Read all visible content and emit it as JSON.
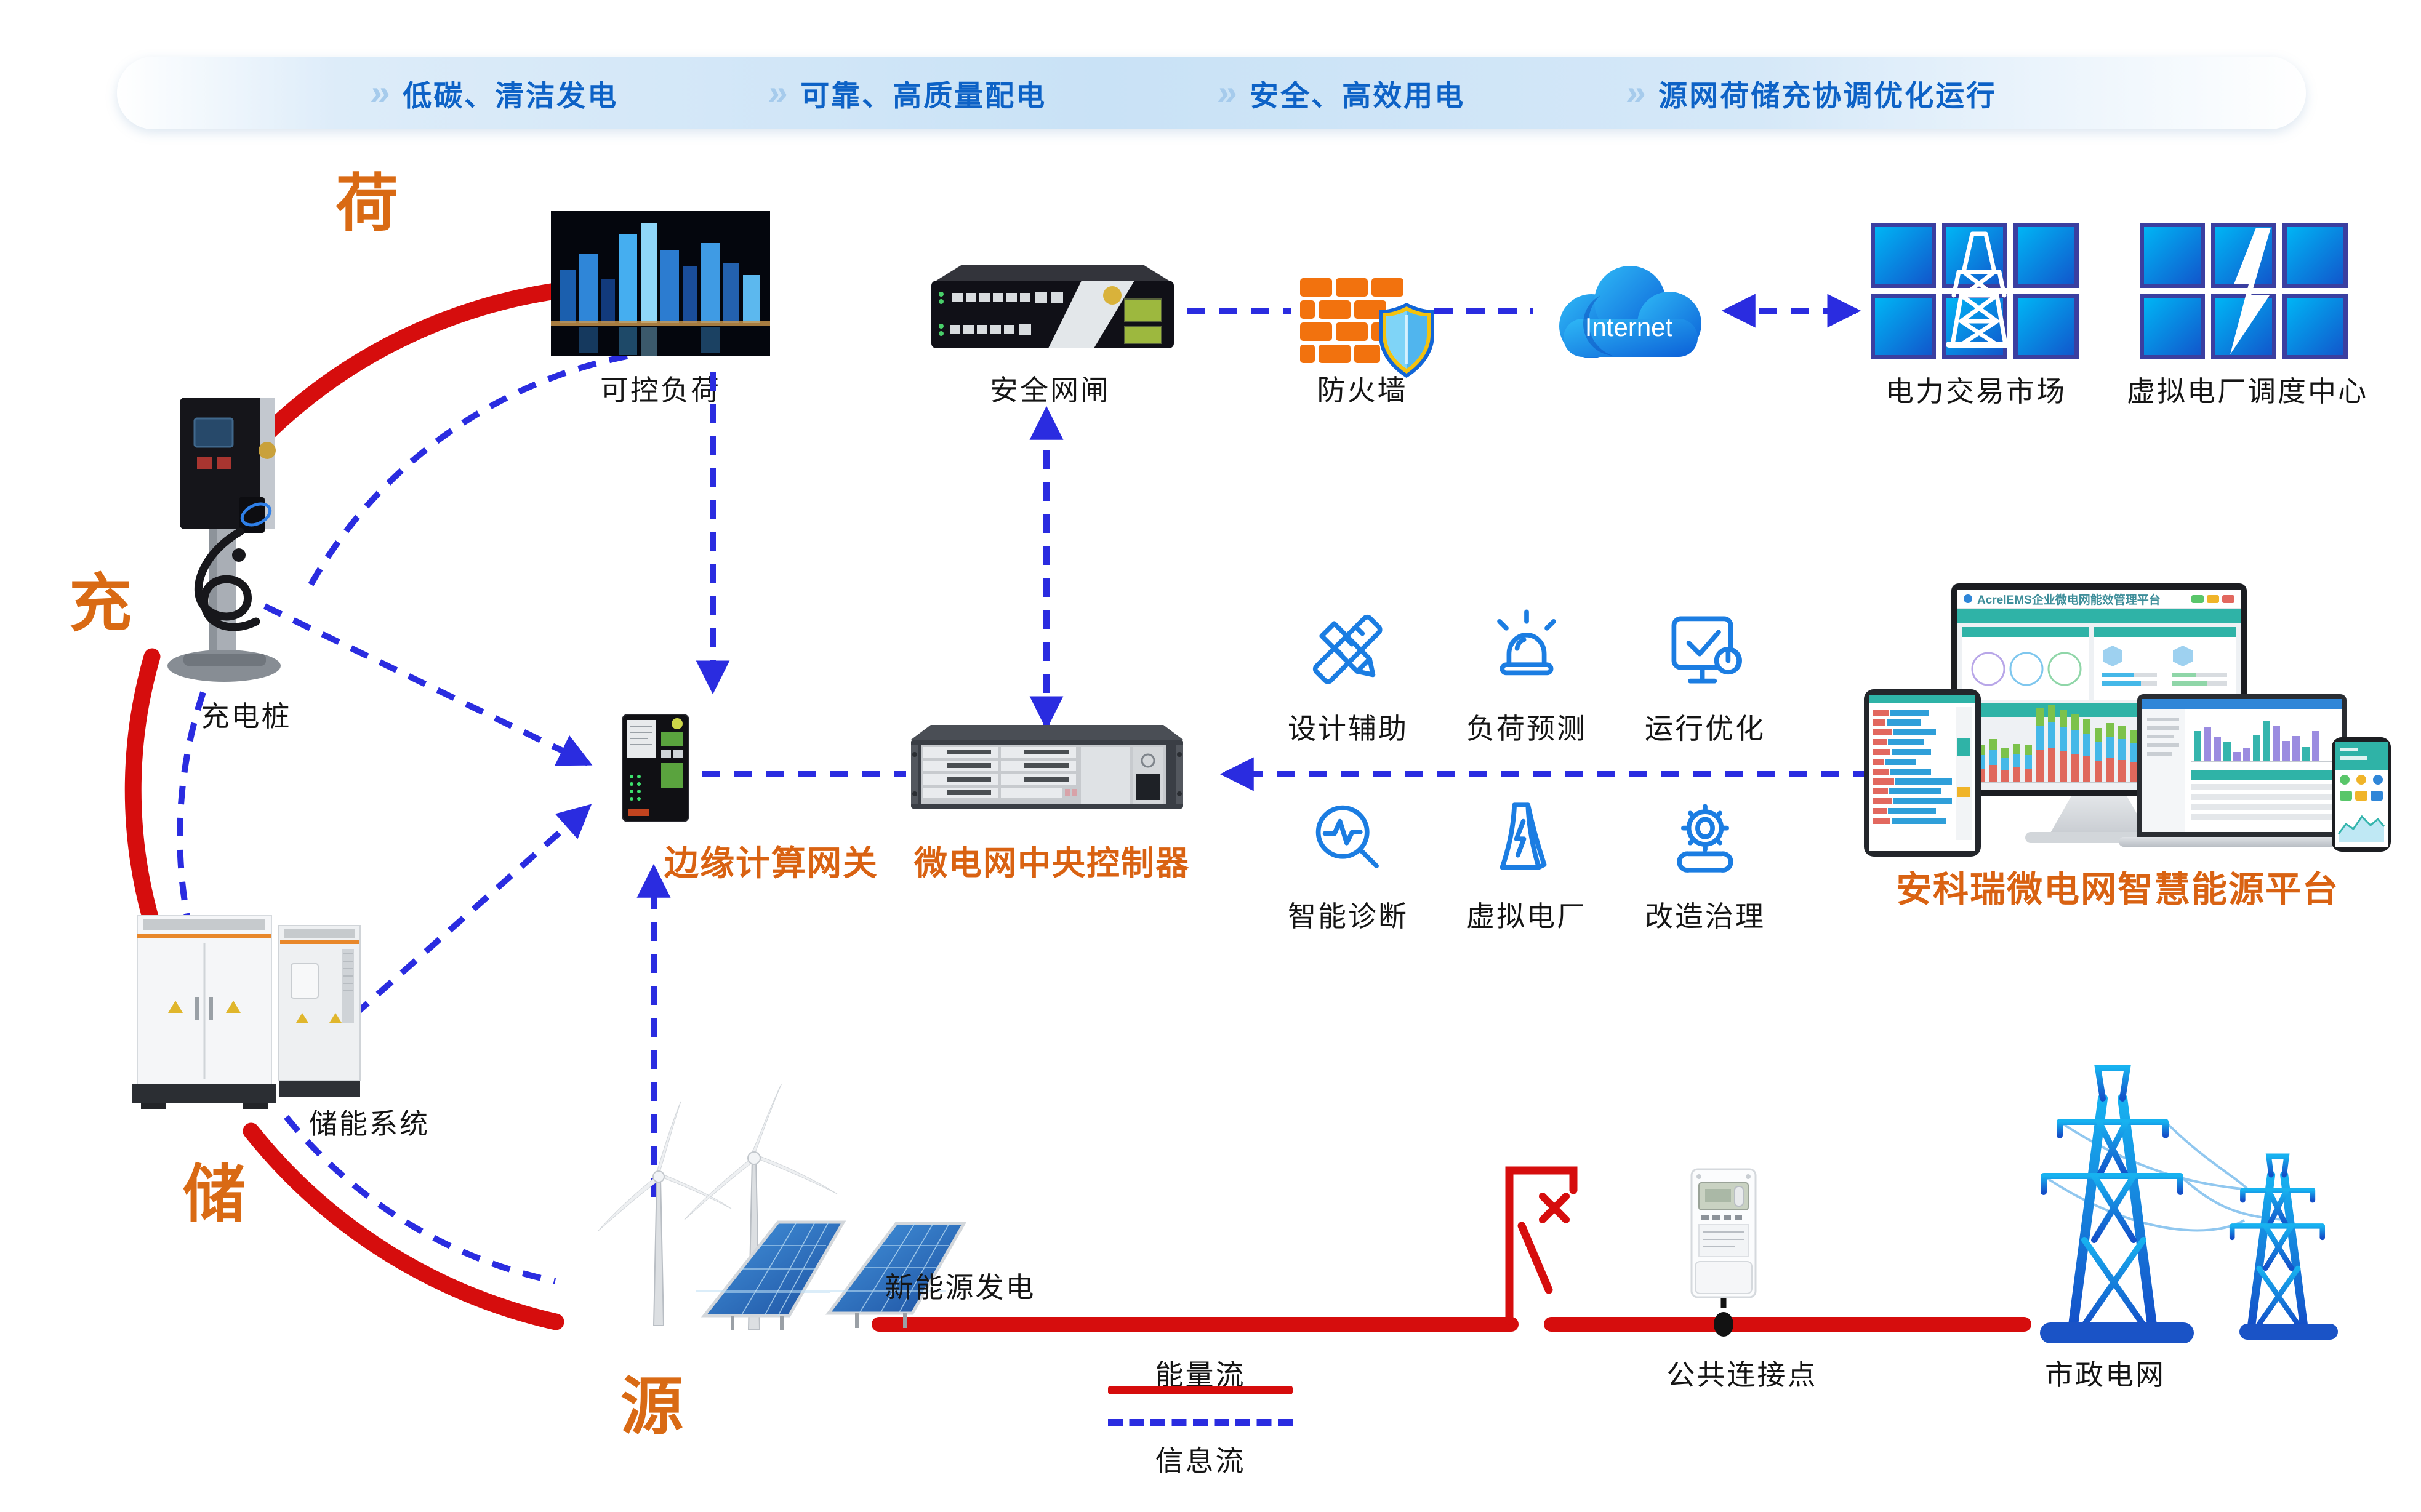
{
  "banner": {
    "items": [
      {
        "label": "低碳、清洁发电",
        "icon": "chevrons-right-icon"
      },
      {
        "label": "可靠、高质量配电",
        "icon": "chevrons-right-icon"
      },
      {
        "label": "安全、高效用电",
        "icon": "chevrons-right-icon"
      },
      {
        "label": "源网荷储充协调优化运行",
        "icon": "chevrons-right-icon"
      }
    ]
  },
  "zones": {
    "load": "荷",
    "charge": "充",
    "storage": "储",
    "source": "源"
  },
  "nodes": {
    "controllable_load": {
      "label": "可控负荷",
      "icon": "city-night-image"
    },
    "security_gateway": {
      "label": "安全网闸",
      "icon": "network-isolation-device"
    },
    "firewall": {
      "label": "防火墙",
      "icon": "brick-wall-shield-icon"
    },
    "internet": {
      "label": "Internet",
      "icon": "cloud-icon"
    },
    "trading_market": {
      "label": "电力交易市场",
      "icon": "blue-tiles-transmission-tower-icon"
    },
    "vpp_center": {
      "label": "虚拟电厂调度中心",
      "icon": "blue-tiles-lightning-icon"
    },
    "charging_pile": {
      "label": "充电桩",
      "icon": "ev-charger-image"
    },
    "storage_system": {
      "label": "储能系统",
      "icon": "battery-cabinets-image"
    },
    "edge_gateway": {
      "label": "边缘计算网关",
      "icon": "edge-gateway-device"
    },
    "central_controller": {
      "label": "微电网中央控制器",
      "icon": "rack-controller-device"
    },
    "new_energy": {
      "label": "新能源发电",
      "icon": "wind-solar-image"
    },
    "pcc": {
      "label": "公共连接点",
      "icon": "energy-meter-image"
    },
    "municipal_grid": {
      "label": "市政电网",
      "icon": "transmission-towers-icon"
    },
    "platform": {
      "label": "安科瑞微电网智慧能源平台",
      "monitor_title": "AcrelEMS企业微电网能效管理平台"
    }
  },
  "functions": [
    {
      "label": "设计辅助",
      "icon": "ruler-pencil-icon"
    },
    {
      "label": "负荷预测",
      "icon": "alarm-beacon-icon"
    },
    {
      "label": "运行优化",
      "icon": "monitor-check-icon"
    },
    {
      "label": "智能诊断",
      "icon": "magnifier-pulse-icon"
    },
    {
      "label": "虚拟电厂",
      "icon": "cooling-tower-bolt-icon"
    },
    {
      "label": "改造治理",
      "icon": "gear-wrench-icon"
    }
  ],
  "legend": {
    "energy_flow": "能量流",
    "info_flow": "信息流"
  },
  "colors": {
    "accent_orange": "#d96a14",
    "energy_flow_red": "#d60d0d",
    "info_flow_blue": "#2a2ce0",
    "banner_text_blue": "#0d62c6",
    "tile_blue_light": "#00b5f5",
    "tile_blue_dark": "#1157cc",
    "tile_border_navy": "#3b3fa0",
    "platform_teal": "#2fb3a7",
    "firewall_orange": "#f2720e"
  }
}
